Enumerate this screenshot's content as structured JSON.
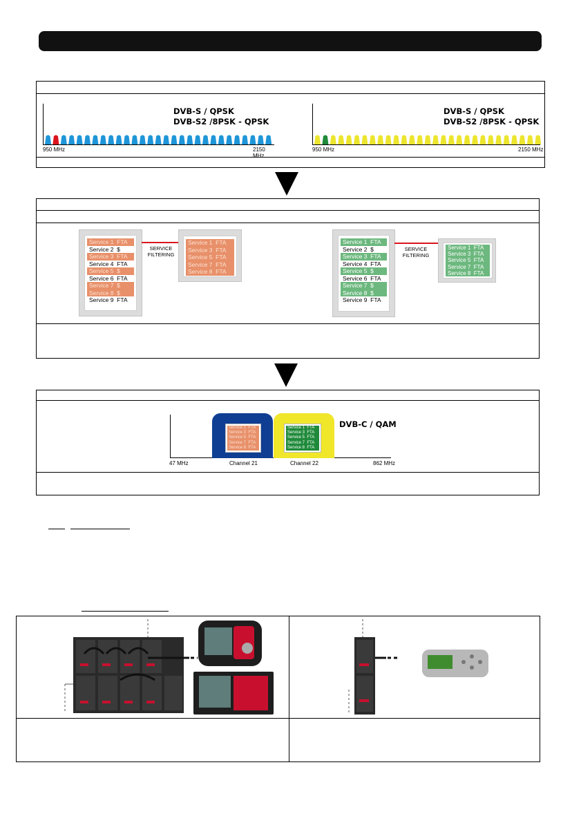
{
  "colors": {
    "blue_carrier": "#1e96d8",
    "red_carrier": "#d9141c",
    "yellow_carrier": "#ece52e",
    "green_carrier": "#1f8a3a",
    "orange_service": "#e8906a",
    "green_service": "#6cb87e",
    "blue_channel": "#0f3e92",
    "yellow_channel": "#f0e62a"
  },
  "spectrum": {
    "left": {
      "line1": "DVB-S / QPSK",
      "line2": "DVB-S2 /8PSK - QPSK",
      "freq_start": "950 MHz",
      "freq_end": "2150 MHz"
    },
    "right": {
      "line1": "DVB-S / QPSK",
      "line2": "DVB-S2 /8PSK - QPSK",
      "freq_start": "950 MHz",
      "freq_end": "2150 MHz"
    }
  },
  "filtering": {
    "label_line1": "SERVICE",
    "label_line2": "FILTERING",
    "left_services": [
      "Service 1  FTA",
      "Service 2  $",
      "Service 3  FTA",
      "Service 4  FTA",
      "Service 5  $",
      "Service 6  FTA",
      "Service 7  $",
      "Service 8  $",
      "Service 9  FTA"
    ],
    "left_filtered": [
      "Service 1  FTA",
      "Service 3  FTA",
      "Service 5  FTA",
      "Service 7  FTA",
      "Service 8  FTA"
    ],
    "right_services": [
      "Service 1  FTA",
      "Service 2  $",
      "Service 3  FTA",
      "Service 4  FTA",
      "Service 5  $",
      "Service 6  FTA",
      "Service 7  $",
      "Service 8  $",
      "Service 9  FTA"
    ],
    "right_filtered": [
      "Service 1  FTA",
      "Service 3  FTA",
      "Service 5  FTA",
      "Service 7  FTA",
      "Service 8  FTA"
    ]
  },
  "cable": {
    "title": "DVB-C / QAM",
    "freq_start": "47 MHz",
    "freq_end": "862 MHz",
    "channel_a": "Channel 21",
    "channel_b": "Channel 22"
  }
}
